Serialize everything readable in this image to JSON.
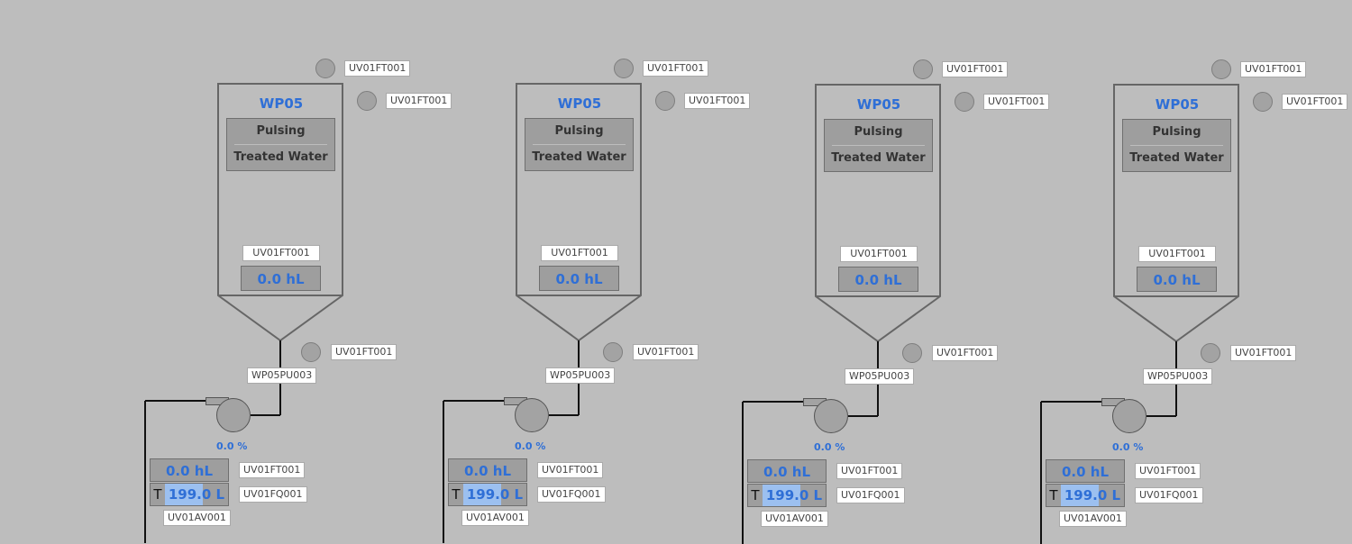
{
  "units": [
    {
      "tank": {
        "name": "WP05",
        "state": "Pulsing",
        "product": "Treated Water",
        "level_tag": "UV01FT001",
        "level_value": "0.0 hL"
      },
      "indicators": [
        {
          "tag": "UV01FT001"
        },
        {
          "tag": "UV01FT001"
        },
        {
          "tag": "UV01FT001"
        }
      ],
      "pump": {
        "tag": "WP05PU003",
        "speed": "0.0 %"
      },
      "flow": {
        "value": "0.0 hL",
        "tag": "UV01FT001"
      },
      "totalizer": {
        "letter": "T",
        "value": "199.0 L",
        "tag": "UV01FQ001",
        "fill_fraction": 0.6
      },
      "valve": {
        "tag": "UV01AV001"
      }
    },
    {
      "tank": {
        "name": "WP05",
        "state": "Pulsing",
        "product": "Treated Water",
        "level_tag": "UV01FT001",
        "level_value": "0.0 hL"
      },
      "indicators": [
        {
          "tag": "UV01FT001"
        },
        {
          "tag": "UV01FT001"
        },
        {
          "tag": "UV01FT001"
        }
      ],
      "pump": {
        "tag": "WP05PU003",
        "speed": "0.0 %"
      },
      "flow": {
        "value": "0.0 hL",
        "tag": "UV01FT001"
      },
      "totalizer": {
        "letter": "T",
        "value": "199.0 L",
        "tag": "UV01FQ001",
        "fill_fraction": 0.6
      },
      "valve": {
        "tag": "UV01AV001"
      }
    },
    {
      "tank": {
        "name": "WP05",
        "state": "Pulsing",
        "product": "Treated Water",
        "level_tag": "UV01FT001",
        "level_value": "0.0 hL"
      },
      "indicators": [
        {
          "tag": "UV01FT001"
        },
        {
          "tag": "UV01FT001"
        },
        {
          "tag": "UV01FT001"
        }
      ],
      "pump": {
        "tag": "WP05PU003",
        "speed": "0.0 %"
      },
      "flow": {
        "value": "0.0 hL",
        "tag": "UV01FT001"
      },
      "totalizer": {
        "letter": "T",
        "value": "199.0 L",
        "tag": "UV01FQ001",
        "fill_fraction": 0.6
      },
      "valve": {
        "tag": "UV01AV001"
      }
    },
    {
      "tank": {
        "name": "WP05",
        "state": "Pulsing",
        "product": "Treated Water",
        "level_tag": "UV01FT001",
        "level_value": "0.0 hL"
      },
      "indicators": [
        {
          "tag": "UV01FT001"
        },
        {
          "tag": "UV01FT001"
        },
        {
          "tag": "UV01FT001"
        }
      ],
      "pump": {
        "tag": "WP05PU003",
        "speed": "0.0 %"
      },
      "flow": {
        "value": "0.0 hL",
        "tag": "UV01FT001"
      },
      "totalizer": {
        "letter": "T",
        "value": "199.0 L",
        "tag": "UV01FQ001",
        "fill_fraction": 0.6
      },
      "valve": {
        "tag": "UV01AV001"
      }
    }
  ],
  "colors": {
    "background": "#bdbdbd",
    "accent": "#2f6fd6",
    "fill": "#9cc0f0"
  }
}
